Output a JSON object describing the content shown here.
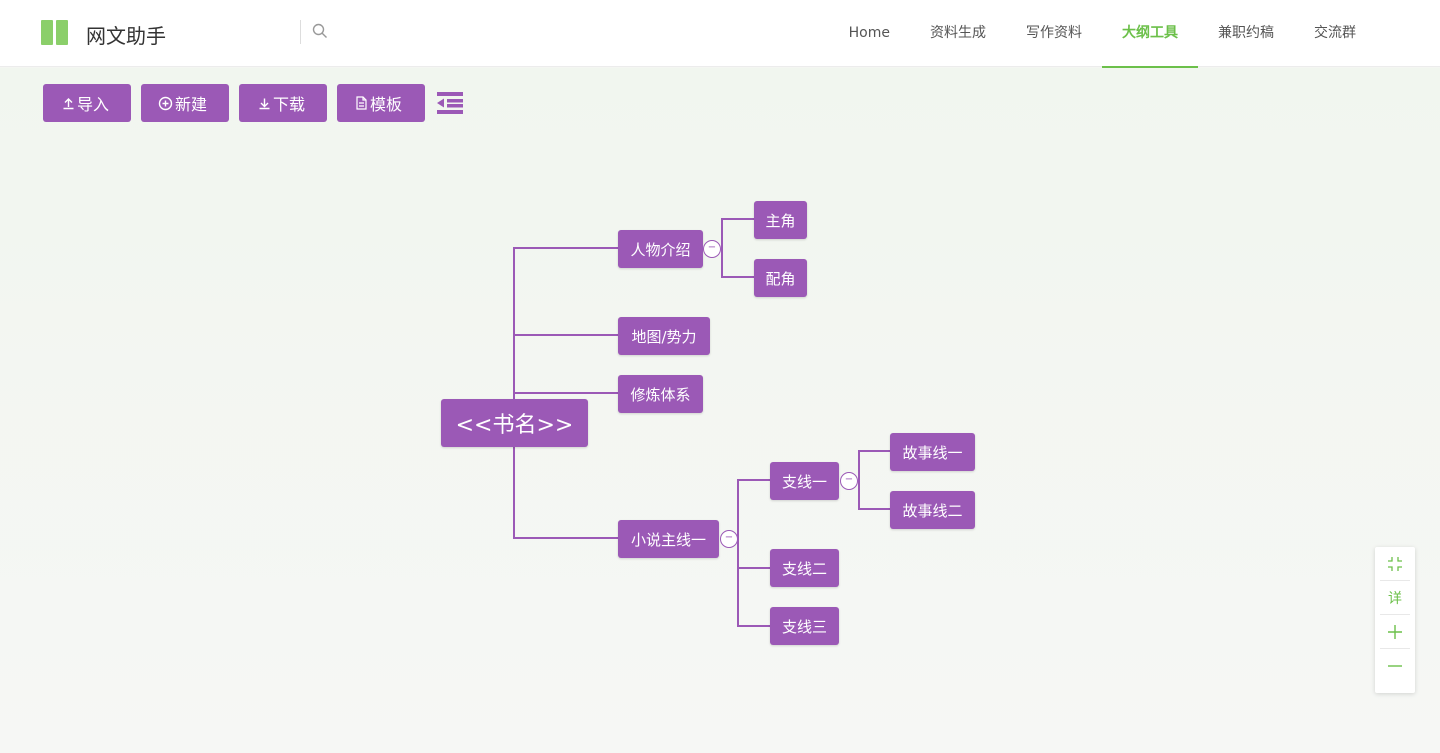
{
  "app": {
    "title": "网文助手"
  },
  "nav": [
    {
      "label": "Home",
      "active": false
    },
    {
      "label": "资料生成",
      "active": false
    },
    {
      "label": "写作资料",
      "active": false
    },
    {
      "label": "大纲工具",
      "active": true
    },
    {
      "label": "兼职约稿",
      "active": false
    },
    {
      "label": "交流群",
      "active": false
    }
  ],
  "toolbar": {
    "import_label": "导入",
    "new_label": "新建",
    "download_label": "下载",
    "template_label": "模板"
  },
  "mindmap": {
    "root": "<<书名>>",
    "characters": "人物介绍",
    "protagonist": "主角",
    "supporting": "配角",
    "map_forces": "地图/势力",
    "cultivation": "修炼体系",
    "main_line": "小说主线一",
    "branch1": "支线一",
    "story1": "故事线一",
    "story2": "故事线二",
    "branch2": "支线二",
    "branch3": "支线三",
    "collapse_symbol": "−"
  },
  "side_panel": {
    "detail_label": "详"
  },
  "colors": {
    "accent": "#6cc04a",
    "node": "#9b59b6"
  },
  "icons": [
    "book-logo-icon",
    "search-icon",
    "upload-icon",
    "plus-circle-icon",
    "download-icon",
    "file-icon",
    "outdent-icon",
    "compress-icon",
    "zoom-in-icon",
    "zoom-out-icon"
  ]
}
